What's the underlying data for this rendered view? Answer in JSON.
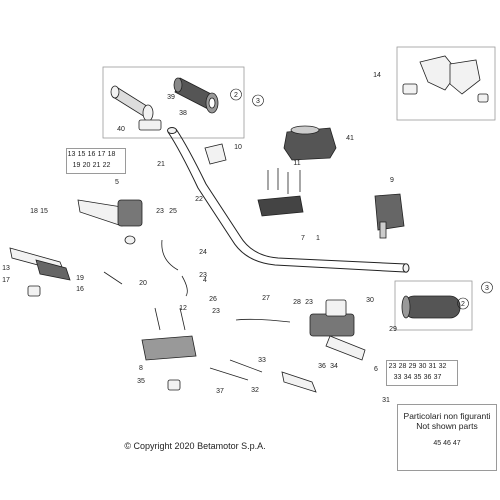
{
  "callouts": [
    "1",
    "2",
    "3",
    "4",
    "5",
    "6",
    "7",
    "8",
    "9",
    "10",
    "11",
    "12",
    "13",
    "14",
    "15",
    "16",
    "17",
    "18",
    "19",
    "20",
    "21",
    "22",
    "23",
    "24",
    "25",
    "26",
    "27",
    "28",
    "29",
    "30",
    "31",
    "32",
    "33",
    "34",
    "35",
    "36",
    "37",
    "38",
    "39",
    "40",
    "41"
  ],
  "kit_box_left": {
    "row1": [
      "13",
      "15",
      "16",
      "17",
      "18"
    ],
    "row2": [
      "19",
      "20",
      "21",
      "22"
    ]
  },
  "kit_box_right": {
    "row1": [
      "23",
      "28",
      "29",
      "30",
      "31",
      "32"
    ],
    "row2": [
      "33",
      "34",
      "35",
      "36",
      "37"
    ]
  },
  "note": {
    "line1": "Particolari non figuranti",
    "line2": "Not shown parts",
    "parts": [
      "45",
      "46",
      "47"
    ]
  },
  "copyright": "© Copyright 2020 Betamotor S.p.A.",
  "colors": {
    "line": "#222222",
    "part_fill": "#f2f2f2",
    "dark_fill": "#444444",
    "box_border": "#9a9a9a"
  }
}
